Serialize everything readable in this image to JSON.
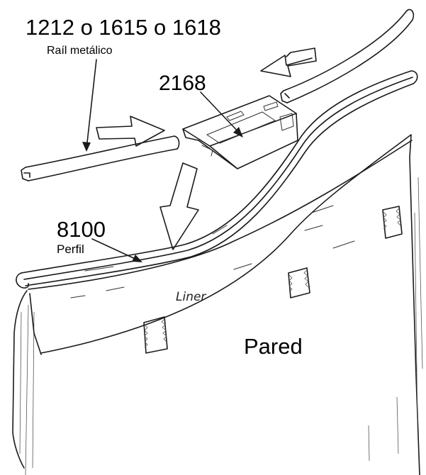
{
  "labels": {
    "rail_codes": "1212 o 1615 o 1618",
    "rail_name": "Raíl metálico",
    "clip_code": "2168",
    "profile_code": "8100",
    "profile_name": "Perfil",
    "liner": "Liner",
    "wall": "Pared"
  }
}
